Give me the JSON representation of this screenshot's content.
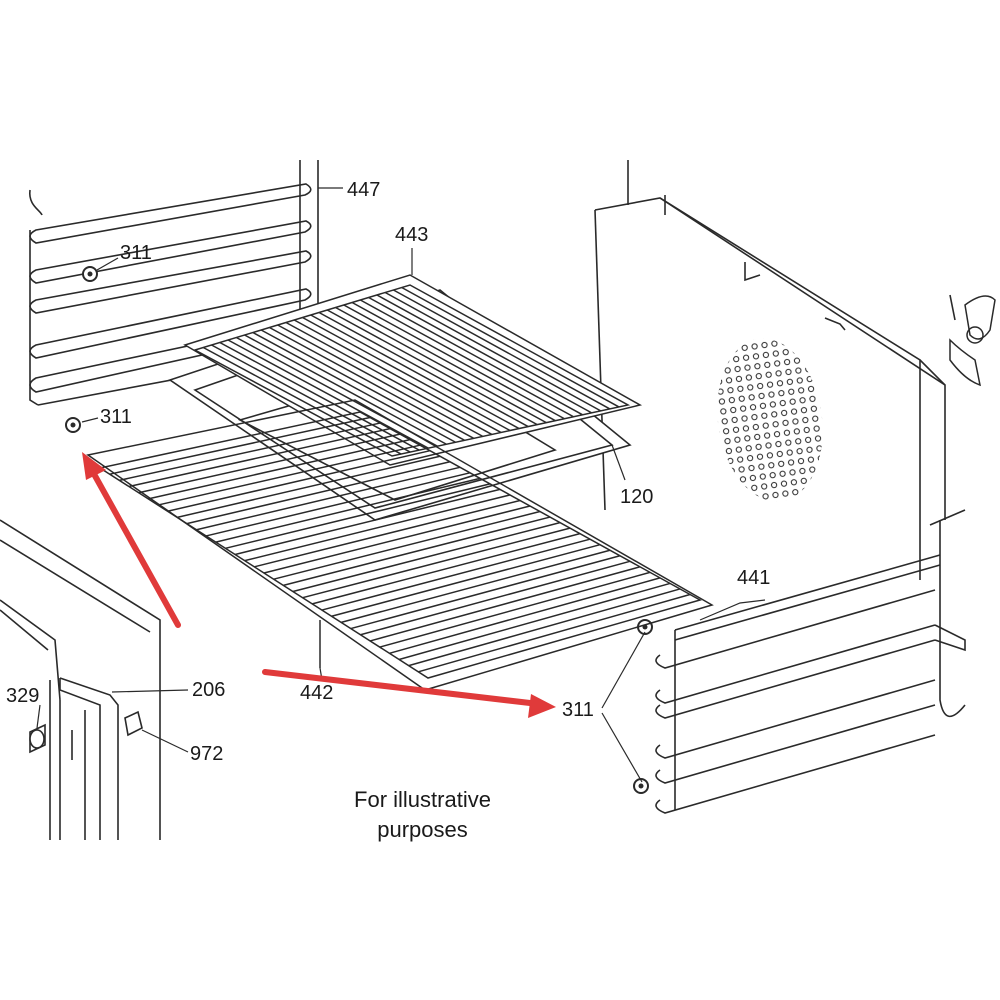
{
  "diagram": {
    "callouts": {
      "c447": "447",
      "c311_top": "311",
      "c443": "443",
      "c311_mid": "311",
      "c120": "120",
      "c441": "441",
      "c206": "206",
      "c329": "329",
      "c442": "442",
      "c311_right": "311",
      "c972": "972"
    },
    "note_lines": [
      "For illustrative",
      "purposes"
    ],
    "colors": {
      "line": "#2a2a2a",
      "arrow": "#e03a3a",
      "background": "#ffffff"
    }
  }
}
